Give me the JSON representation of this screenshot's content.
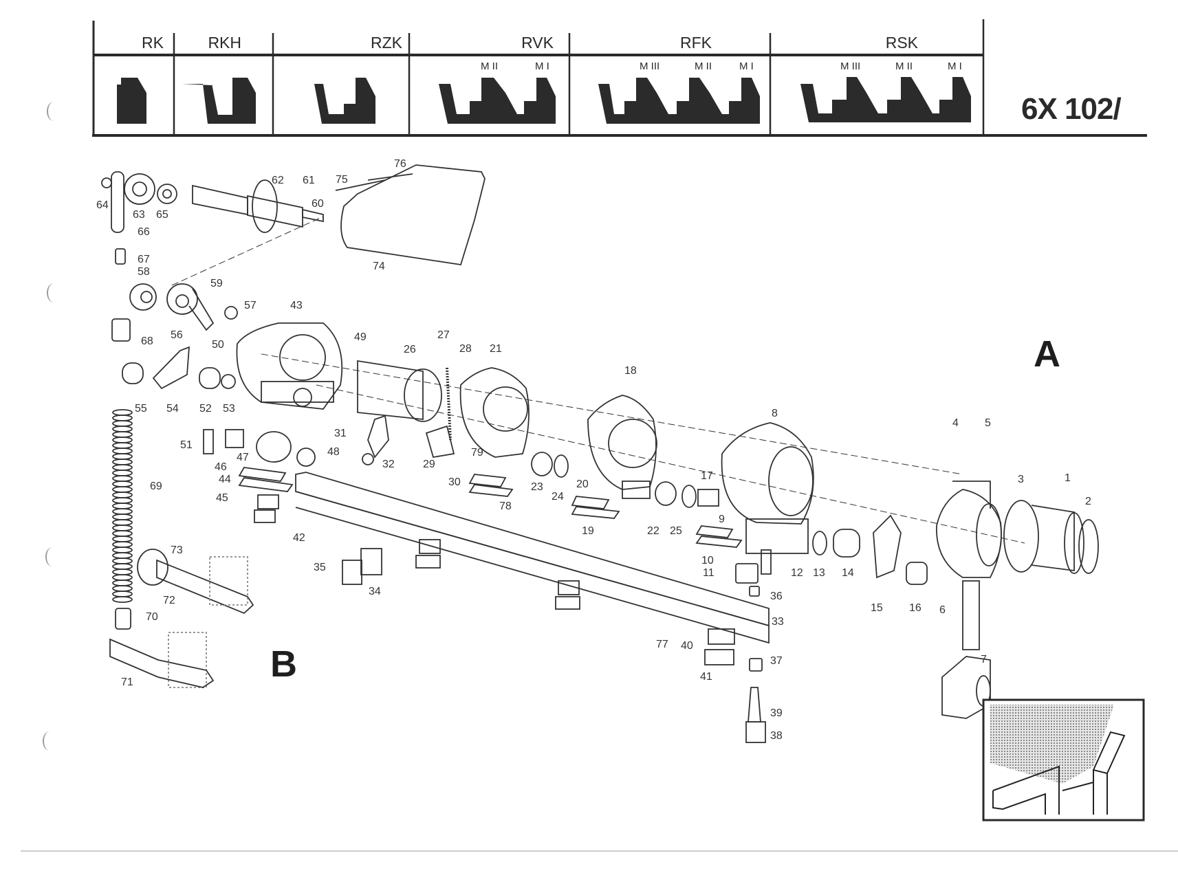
{
  "document": {
    "title_code": "6X 102/",
    "section_labels": [
      "A",
      "B"
    ]
  },
  "header_table": {
    "columns": [
      {
        "label": "RK",
        "sub_labels": []
      },
      {
        "label": "RKH",
        "sub_labels": []
      },
      {
        "label": "RZK",
        "sub_labels": []
      },
      {
        "label": "RVK",
        "sub_labels": [
          "M II",
          "M I"
        ]
      },
      {
        "label": "RFK",
        "sub_labels": [
          "M III",
          "M II",
          "M I"
        ]
      },
      {
        "label": "RSK",
        "sub_labels": [
          "M III",
          "M II",
          "M I"
        ]
      }
    ]
  },
  "callouts": [
    "1",
    "2",
    "3",
    "4",
    "5",
    "6",
    "7",
    "8",
    "9",
    "10",
    "11",
    "12",
    "13",
    "14",
    "15",
    "16",
    "17",
    "18",
    "19",
    "20",
    "21",
    "22",
    "23",
    "24",
    "25",
    "26",
    "27",
    "28",
    "29",
    "30",
    "31",
    "32",
    "33",
    "34",
    "35",
    "36",
    "37",
    "38",
    "39",
    "40",
    "41",
    "42",
    "43",
    "44",
    "45",
    "46",
    "47",
    "48",
    "49",
    "50",
    "51",
    "52",
    "53",
    "54",
    "55",
    "56",
    "57",
    "58",
    "59",
    "60",
    "61",
    "62",
    "63",
    "64",
    "65",
    "66",
    "67",
    "68",
    "69",
    "70",
    "71",
    "72",
    "73",
    "74",
    "75",
    "76",
    "77",
    "78",
    "79"
  ],
  "inset": {
    "name": "detail-view"
  }
}
